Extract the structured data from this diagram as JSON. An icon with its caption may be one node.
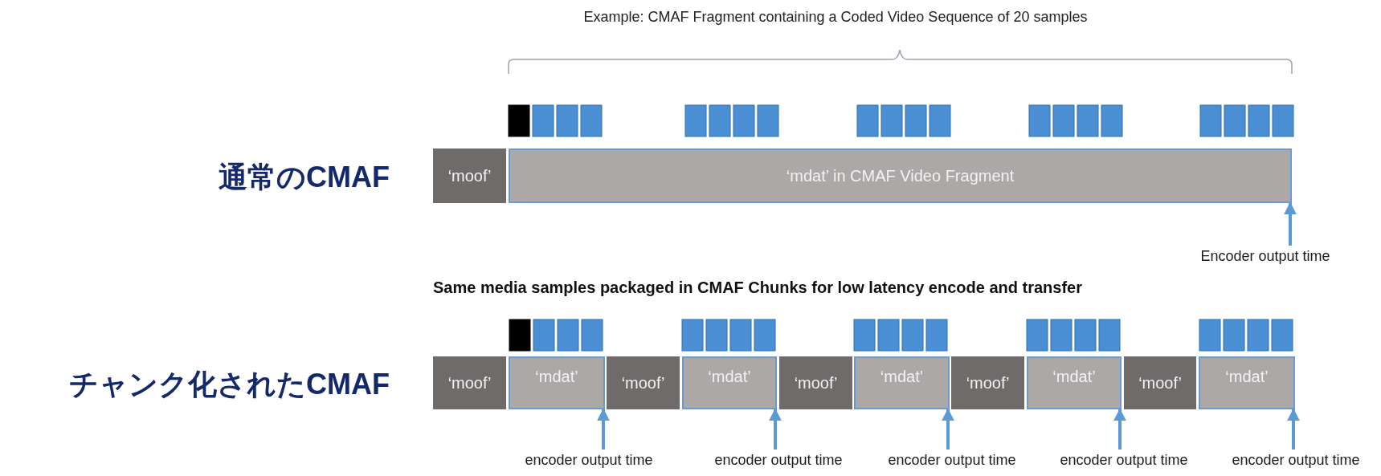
{
  "diagram": {
    "nodes": [
      {
        "text": [
          "‘moof’"
        ]
      },
      {
        "text": [
          "‘mdat’ in CMAF Video Fragment"
        ]
      },
      {
        "text": [
          "Encoder output time"
        ]
      },
      {
        "text": [
          "‘moof’"
        ]
      },
      {
        "text": [
          "‘mdat’"
        ]
      },
      {
        "text": [
          "‘moof’"
        ]
      },
      {
        "text": [
          "‘mdat’"
        ]
      },
      {
        "text": [
          "‘moof’"
        ]
      },
      {
        "text": [
          "‘mdat’"
        ]
      },
      {
        "text": [
          "‘moof’"
        ]
      },
      {
        "text": [
          "‘mdat’"
        ]
      },
      {
        "text": [
          "‘moof’"
        ]
      },
      {
        "text": [
          "‘mdat’"
        ]
      },
      {
        "text": [
          "encoder output time"
        ]
      },
      {
        "text": [
          "encoder output time"
        ]
      },
      {
        "text": [
          "encoder output time"
        ]
      },
      {
        "text": [
          "encoder output time"
        ]
      },
      {
        "text": [
          "encoder output time"
        ]
      }
    ],
    "edges": [
      {
        "from": 2,
        "to": 1,
        "arrow": "to"
      },
      {
        "from": 13,
        "to": 4,
        "arrow": "to"
      },
      {
        "from": 14,
        "to": 6,
        "arrow": "to"
      },
      {
        "from": 15,
        "to": 8,
        "arrow": "to"
      },
      {
        "from": 16,
        "to": 10,
        "arrow": "to"
      },
      {
        "from": 17,
        "to": 12,
        "arrow": "to"
      }
    ],
    "labels": [
      "Example:  CMAF Fragment containing a Coded Video Sequence of 20 samples",
      "通常のCMAF",
      "Same media samples packaged in CMAF Chunks for low latency encode and transfer",
      "チャンク化されたCMAF"
    ]
  }
}
